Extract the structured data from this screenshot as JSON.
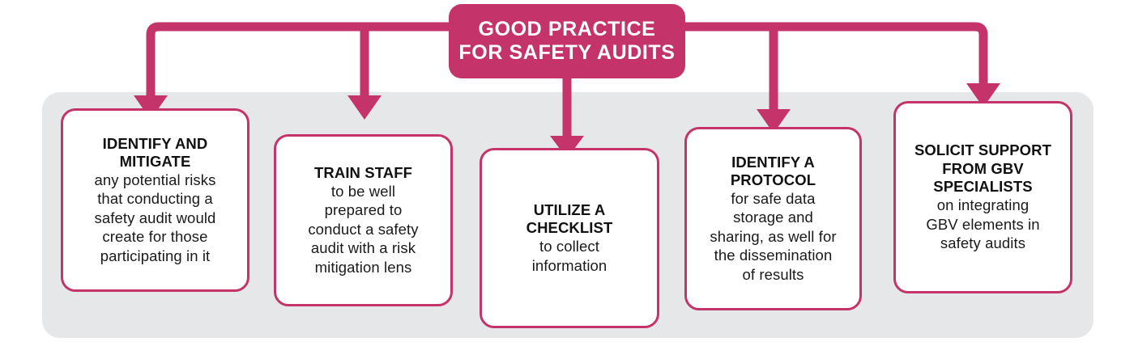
{
  "diagram": {
    "title": "GOOD PRACTICE\nFOR SAFETY AUDITS",
    "accent_color": "#c4336a",
    "panel_color": "#e6e7e8",
    "card_background": "#ffffff",
    "title_text_color": "#ffffff",
    "body_text_color": "#1a1a1a",
    "steps": [
      {
        "heading": "IDENTIFY AND\nMITIGATE",
        "body": "any potential risks\nthat conducting a\nsafety audit would\ncreate for those\nparticipating in it"
      },
      {
        "heading": "TRAIN STAFF",
        "body": "to be well\nprepared to\nconduct a safety\naudit with a risk\nmitigation lens"
      },
      {
        "heading": "UTILIZE A\nCHECKLIST",
        "body": "to collect\ninformation"
      },
      {
        "heading": "IDENTIFY A\nPROTOCOL",
        "body": "for safe data\nstorage and\nsharing, as well for\nthe dissemination\nof results"
      },
      {
        "heading": "SOLICIT SUPPORT\nFROM GBV\nSPECIALISTS",
        "body": "on integrating\nGBV elements in\nsafety audits"
      }
    ]
  }
}
